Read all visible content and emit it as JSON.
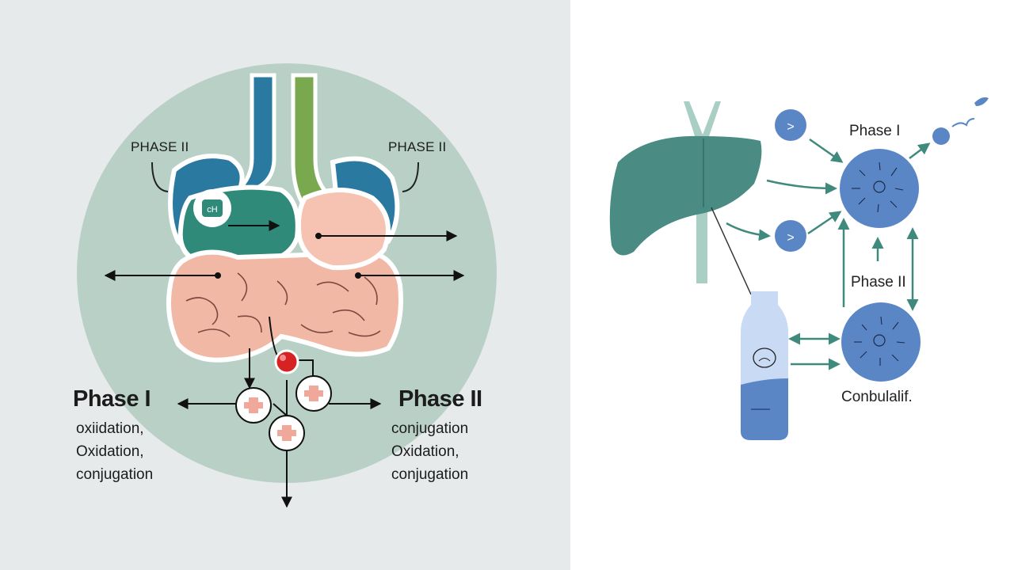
{
  "left_panel": {
    "top_left_label": "PHASE II",
    "top_right_label": "PHASE II",
    "badge_text": "cH",
    "phase1": {
      "title": "Phase I",
      "lines": [
        "oxiidation,",
        "Oxidation,",
        "conjugation"
      ]
    },
    "phase2": {
      "title": "Phase II",
      "lines": [
        "conjugation",
        "Oxidation,",
        "conjugation"
      ]
    }
  },
  "right_panel": {
    "phase1_label": "Phase I",
    "phase2_label": "Phase II",
    "bottom_label": "Conbulalif.",
    "marker_symbol": ">"
  },
  "colors": {
    "left_bg": "#e7eaeb",
    "circle_bg": "#b9d0c7",
    "blue_organ": "#2a79a0",
    "green_tube": "#7aa84f",
    "teal_organ": "#2f8a7a",
    "pink_organ": "#f2b8a6",
    "liver_teal": "#4a8c84",
    "cell_blue": "#5a86c6",
    "bottle_blue": "#9bbbe6",
    "arrow_teal": "#3f8a7c"
  }
}
